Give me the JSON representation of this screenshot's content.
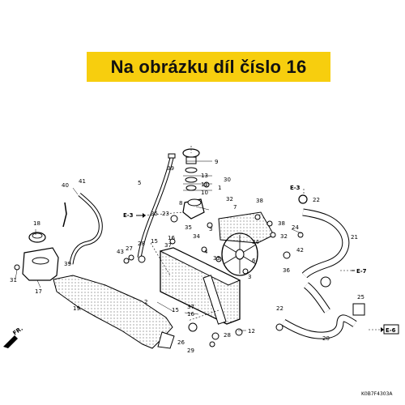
{
  "banner": {
    "text": "Na obrázku díl číslo 16"
  },
  "diagram_code": "K0B7F4303A",
  "front_marker": "FR.",
  "ref_marks": {
    "e3_top": "E-3",
    "e3_left": "E-3",
    "e7": "E-7",
    "e6": "E-6"
  },
  "callouts": {
    "c1": "1",
    "c2": "2",
    "c3a": "3",
    "c3b": "3",
    "c4": "4",
    "c5": "5",
    "c6": "6",
    "c7": "7",
    "c8": "8",
    "c9": "9",
    "c10": "10",
    "c11": "11",
    "c12": "12",
    "c13": "13",
    "c15a": "15",
    "c15b": "15",
    "c16a": "16",
    "c16b": "16",
    "c17": "17",
    "c18": "18",
    "c19": "19",
    "c20": "20",
    "c21": "21",
    "c22a": "22",
    "c22b": "22",
    "c23": "23",
    "c24": "24",
    "c25": "25",
    "c26": "26",
    "c27": "27",
    "c28a": "28",
    "c28b": "28",
    "c29": "29",
    "c30": "30",
    "c31": "31",
    "c32a": "32",
    "c32b": "32",
    "c33": "33",
    "c34a": "34",
    "c34b": "34",
    "c35a": "35",
    "c35b": "35",
    "c36": "36",
    "c37a": "37",
    "c37b": "37",
    "c38a": "38",
    "c38b": "38",
    "c39a": "39",
    "c39b": "39",
    "c40": "40",
    "c41": "41",
    "c42": "42",
    "c43": "43"
  }
}
